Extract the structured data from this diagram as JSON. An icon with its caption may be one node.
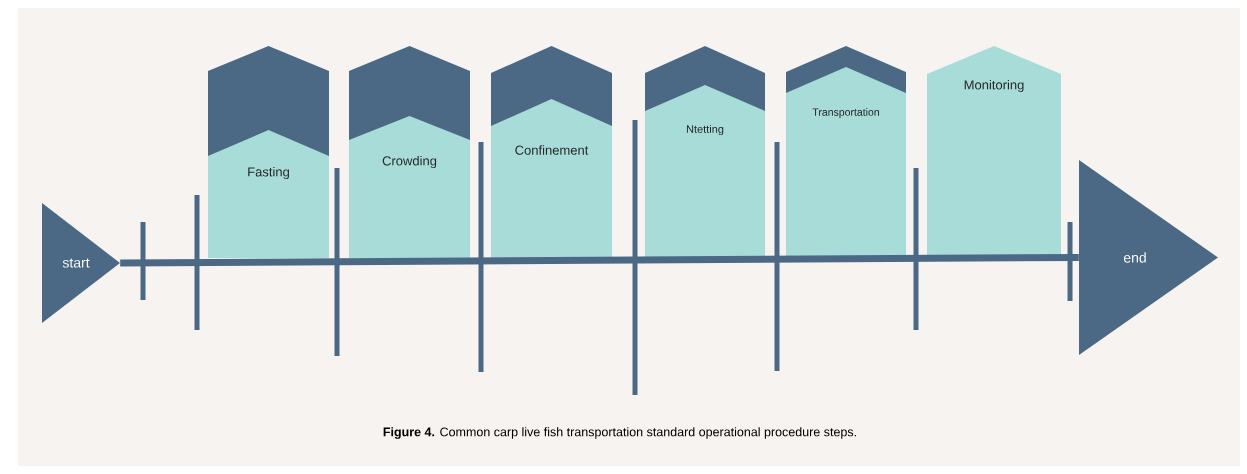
{
  "diagram": {
    "caption": "**Figure 4.** Common carp live fish transportation standard operational procedure steps.",
    "nodes": [
      {
        "text": [
          "start"
        ]
      },
      {
        "text": [
          "Fasting"
        ]
      },
      {
        "text": [
          "Crowding"
        ]
      },
      {
        "text": [
          "Confinement"
        ]
      },
      {
        "text": [
          "Ntetting"
        ]
      },
      {
        "text": [
          "Transportation"
        ]
      },
      {
        "text": [
          "Monitoring"
        ]
      },
      {
        "text": [
          "end"
        ]
      }
    ],
    "edges": [
      {
        "from": 0,
        "to": 7,
        "arrow": "none"
      }
    ]
  }
}
